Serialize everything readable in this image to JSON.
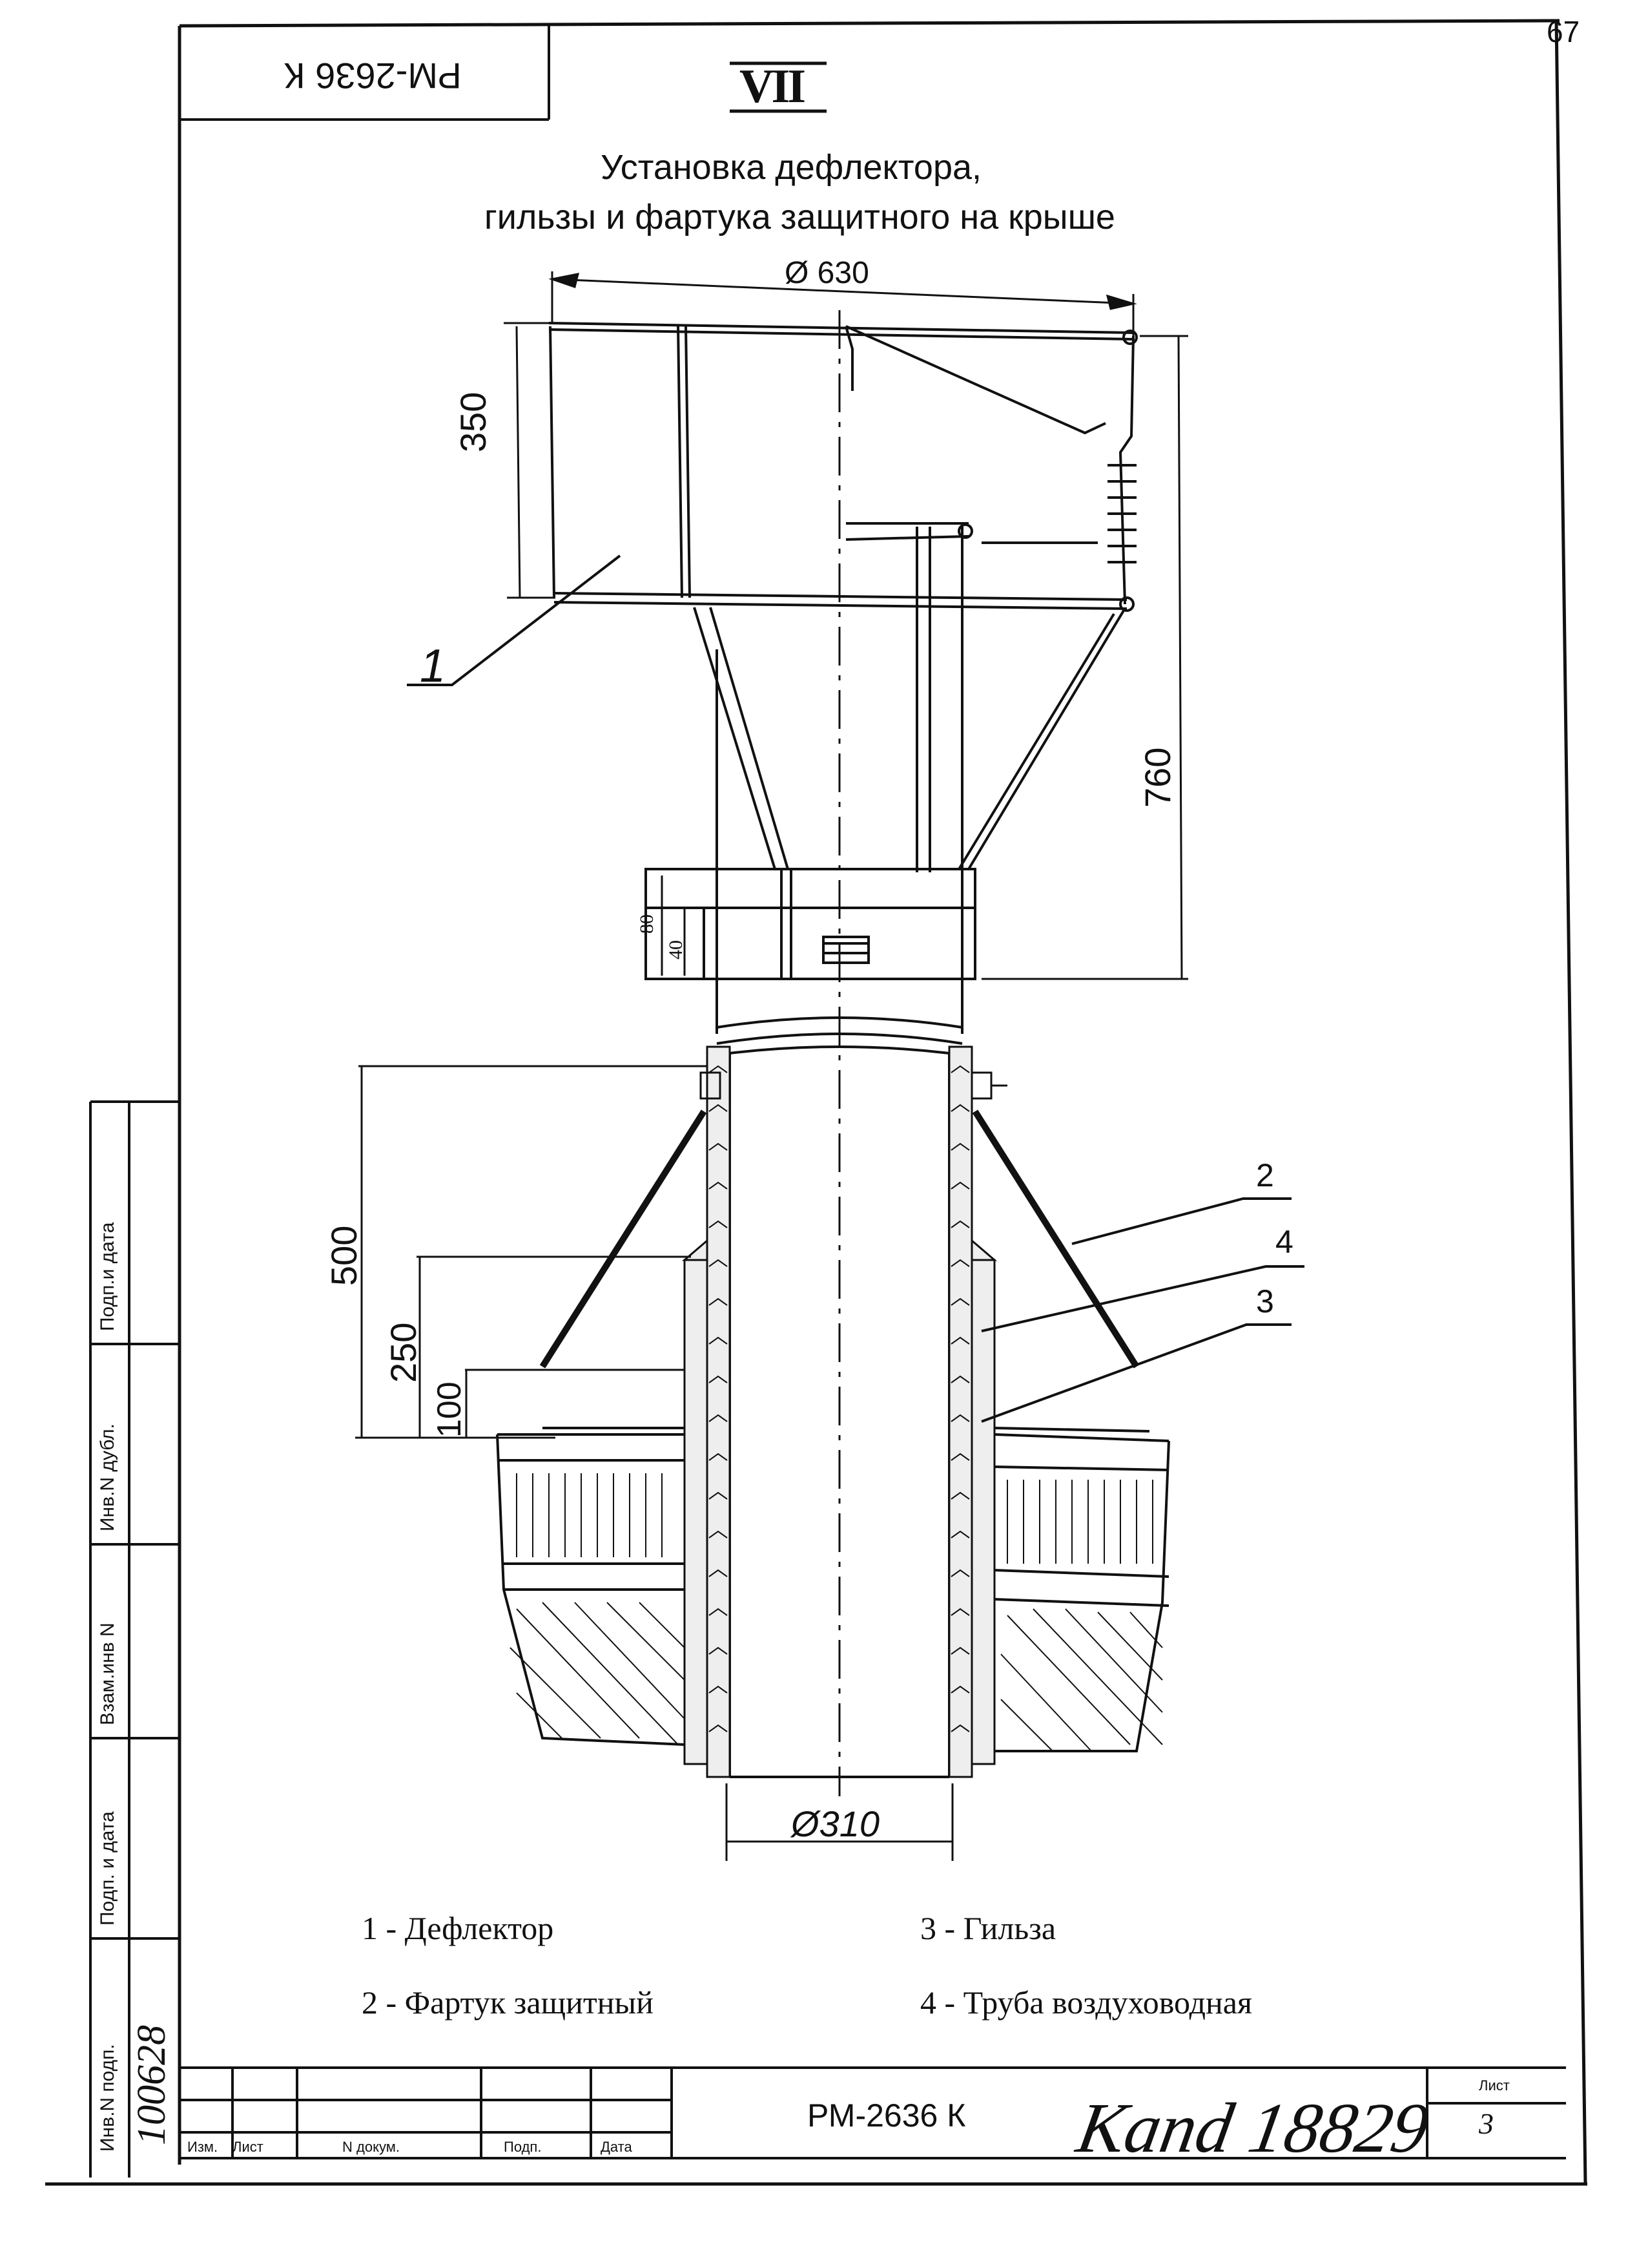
{
  "page": {
    "sheet_corner_number": "67",
    "stamp_code_rotated": "РМ-2636 К",
    "section_mark": "VII",
    "title_line_1": "Установка дефлектора,",
    "title_line_2": "гильзы и фартука защитного на крыше"
  },
  "dimensions": {
    "d_top": "Ø 630",
    "h_350": "350",
    "h_760": "760",
    "h_80": "80",
    "h_40": "40",
    "h_500": "500",
    "h_250": "250",
    "h_100": "100",
    "d_bottom": "Ø310"
  },
  "callouts": {
    "c1": "1",
    "c2": "2",
    "c3": "3",
    "c4": "4"
  },
  "legend": {
    "item1": "1 - Дефлектор",
    "item2": "2 - Фартук защитный",
    "item3": "3 - Гильза",
    "item4": "4 - Труба воздуховодная"
  },
  "side_stamp": {
    "f1": "Подп.и дата",
    "f2": "Инв.N дубл.",
    "f3": "Взам.инв N",
    "f4": "Подп. и дата",
    "f5": "Инв.N подп.",
    "handwritten_number": "100628"
  },
  "title_block": {
    "code": "РМ-2636 К",
    "col_izm": "Изм.",
    "col_list": "Лист",
    "col_ndoc": "N докум.",
    "col_podp": "Подп.",
    "col_data": "Дата",
    "sheet_label": "Лист",
    "sheet_number": "3",
    "handwritten_note": "Каnd 18829"
  }
}
